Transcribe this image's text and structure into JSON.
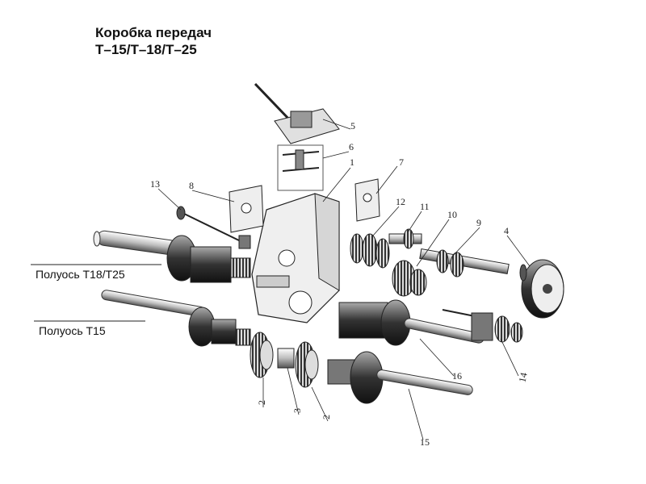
{
  "title": {
    "line1": "Коробка передач",
    "line2": "Т–15/Т–18/Т–25"
  },
  "labels": {
    "axle_t18_t25": "Полуось Т18/Т25",
    "axle_t15": "Полуось Т15"
  },
  "callouts": [
    "1",
    "2",
    "2",
    "3",
    "4",
    "5",
    "6",
    "7",
    "8",
    "9",
    "10",
    "11",
    "12",
    "13",
    "14",
    "15",
    "16"
  ]
}
